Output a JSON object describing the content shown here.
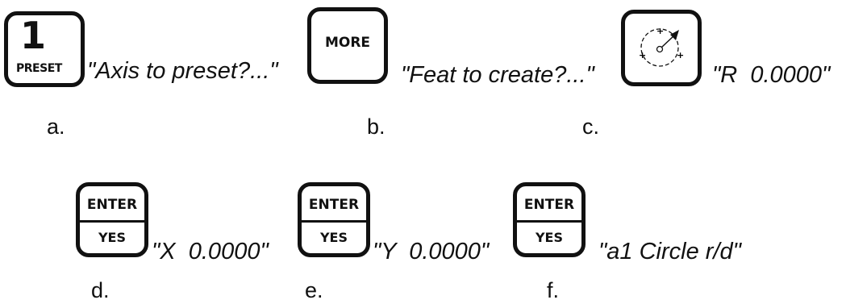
{
  "keys": {
    "preset": {
      "number": "1",
      "label": "PRESET"
    },
    "more": {
      "label": "MORE"
    },
    "circle": {
      "icon": "circle-feature-icon"
    },
    "enter": {
      "top": "ENTER",
      "bottom": "YES"
    }
  },
  "prompts": {
    "a": "\"Axis to preset?...\"",
    "b": "\"Feat to create?...\"",
    "c": "\"R  0.0000\"",
    "d": "\"X  0.0000\"",
    "e": "\"Y  0.0000\"",
    "f": "\"a1 Circle r/d\""
  },
  "captions": {
    "a": "a.",
    "b": "b.",
    "c": "c.",
    "d": "d.",
    "e": "e.",
    "f": "f."
  }
}
